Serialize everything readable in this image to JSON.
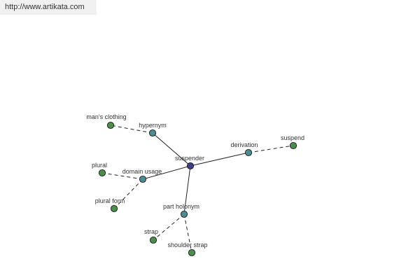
{
  "watermark": {
    "url": "http://www.artikata.com"
  },
  "colors": {
    "center": "#3d3d8a",
    "relation": "#4a8e94",
    "leaf": "#4a8f4a",
    "edge": "#222222"
  },
  "graph": {
    "nodes": [
      {
        "id": "center",
        "label": "suspender",
        "kind": "center"
      },
      {
        "id": "hypernym",
        "label": "hypernym",
        "kind": "relation"
      },
      {
        "id": "derivation",
        "label": "derivation",
        "kind": "relation"
      },
      {
        "id": "domain",
        "label": "domain usage",
        "kind": "relation"
      },
      {
        "id": "part",
        "label": "part holonym",
        "kind": "relation"
      },
      {
        "id": "mans",
        "label": "man's clothing",
        "kind": "leaf"
      },
      {
        "id": "suspend",
        "label": "suspend",
        "kind": "leaf"
      },
      {
        "id": "plural",
        "label": "plural",
        "kind": "leaf"
      },
      {
        "id": "pluralform",
        "label": "plural form",
        "kind": "leaf"
      },
      {
        "id": "strap",
        "label": "strap",
        "kind": "leaf"
      },
      {
        "id": "shoulder",
        "label": "shoulder strap",
        "kind": "leaf"
      }
    ],
    "edges": [
      {
        "from": "center",
        "to": "hypernym",
        "style": "solid"
      },
      {
        "from": "center",
        "to": "derivation",
        "style": "solid"
      },
      {
        "from": "center",
        "to": "domain",
        "style": "solid"
      },
      {
        "from": "center",
        "to": "part",
        "style": "solid"
      },
      {
        "from": "hypernym",
        "to": "mans",
        "style": "dashed"
      },
      {
        "from": "derivation",
        "to": "suspend",
        "style": "dashed"
      },
      {
        "from": "domain",
        "to": "plural",
        "style": "dashed"
      },
      {
        "from": "domain",
        "to": "pluralform",
        "style": "dashed"
      },
      {
        "from": "part",
        "to": "strap",
        "style": "dashed"
      },
      {
        "from": "part",
        "to": "shoulder",
        "style": "dashed"
      }
    ]
  }
}
